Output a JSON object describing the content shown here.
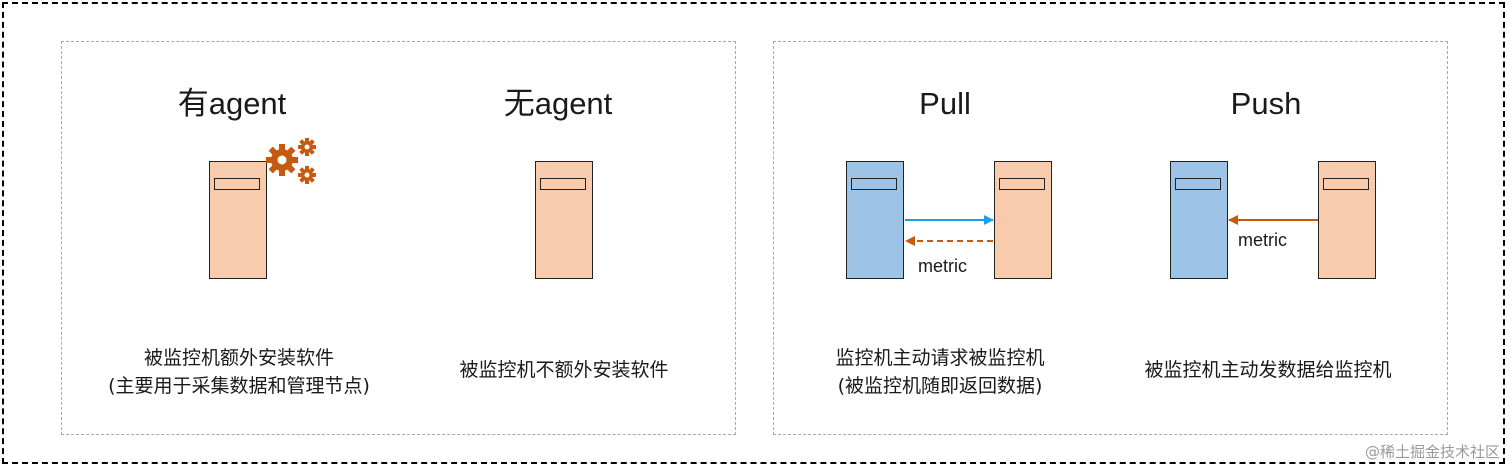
{
  "colors": {
    "target_server": "#f8cbad",
    "monitor_server": "#9dc3e6",
    "pull_request_arrow": "#1aa0e6",
    "metric_arrow": "#c55a11",
    "gear": "#c55a11"
  },
  "left_panel": {
    "agent": {
      "title": "有agent",
      "caption_line1": "被监控机额外安装软件",
      "caption_line2": "(主要用于采集数据和管理节点)",
      "icon": "gears-icon"
    },
    "agentless": {
      "title": "无agent",
      "caption_line1": "被监控机不额外安装软件"
    }
  },
  "right_panel": {
    "pull": {
      "title": "Pull",
      "metric_label": "metric",
      "caption_line1": "监控机主动请求被监控机",
      "caption_line2": "(被监控机随即返回数据)"
    },
    "push": {
      "title": "Push",
      "metric_label": "metric",
      "caption_line1": "被监控机主动发数据给监控机"
    }
  },
  "watermark": "@稀土掘金技术社区"
}
